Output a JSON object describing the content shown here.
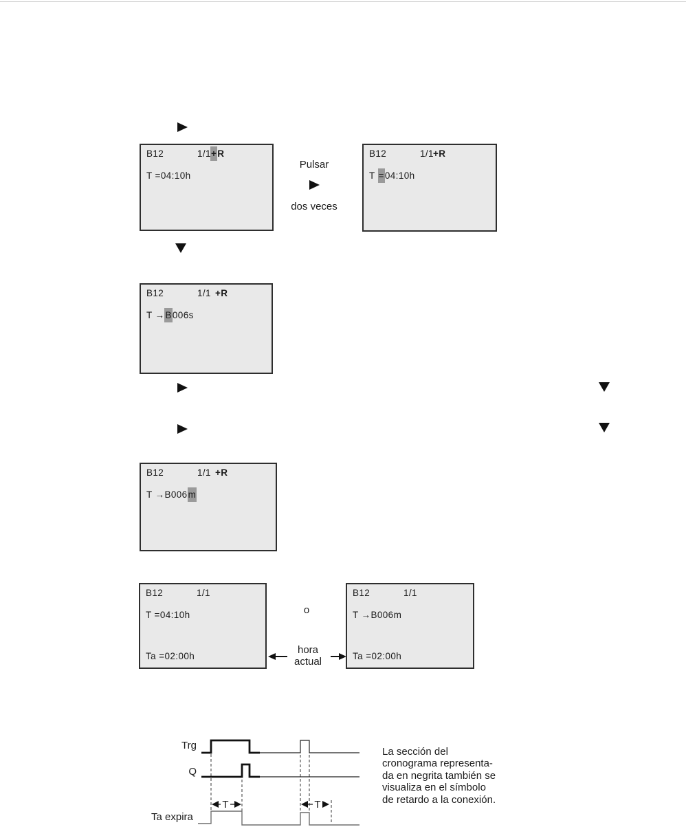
{
  "colors": {
    "lcd_bg": "#e9e9e9",
    "lcd_border": "#2e2e2e",
    "highlight": "#9a9a9a",
    "text": "#1c1c1c"
  },
  "screens": [
    {
      "name": "B12",
      "page": "1/1",
      "flag_pre": "",
      "flag_hl": "+",
      "flag_post": "R",
      "l2_pre": "T =04:10h",
      "l2_hl": "",
      "l2_post": ""
    },
    {
      "name": "B12",
      "page": "1/1",
      "flag_pre": "+R",
      "flag_hl": "",
      "flag_post": "",
      "l2_pre": "T ",
      "l2_hl": "=",
      "l2_post": "04:10h"
    },
    {
      "name": "B12",
      "page": "1/1",
      "flag_pre": "+R",
      "flag_hl": "",
      "flag_post": "",
      "l2_pre": "T →",
      "l2_hl": "B",
      "l2_post": "006s"
    },
    {
      "name": "B12",
      "page": "1/1",
      "flag_pre": "+R",
      "flag_hl": "",
      "flag_post": "",
      "l2_pre": "T →B006",
      "l2_hl": "m",
      "l2_post": ""
    },
    {
      "name": "B12",
      "page": "1/1",
      "flag_pre": "",
      "flag_hl": "",
      "flag_post": "",
      "l2_pre": "T =04:10h",
      "l2_hl": "",
      "l2_post": "",
      "l3": "Ta =02:00h"
    },
    {
      "name": "B12",
      "page": "1/1",
      "flag_pre": "",
      "flag_hl": "",
      "flag_post": "",
      "l2_pre": "T →B006m",
      "l2_hl": "",
      "l2_post": "",
      "l3": "Ta =02:00h"
    }
  ],
  "captions": {
    "pulsar": "Pulsar",
    "dos_veces": "dos veces",
    "o": "o",
    "hora": "hora",
    "actual": "actual"
  },
  "diagram": {
    "trg_label": "Trg",
    "q_label": "Q",
    "ta_label": "Ta expira",
    "t_label_1": "T",
    "t_label_2": "T",
    "note_lines": [
      "La sección del",
      "cronograma representa-",
      "da en negrita también se",
      "visualiza en el símbolo",
      "de retardo a la conexión."
    ]
  }
}
